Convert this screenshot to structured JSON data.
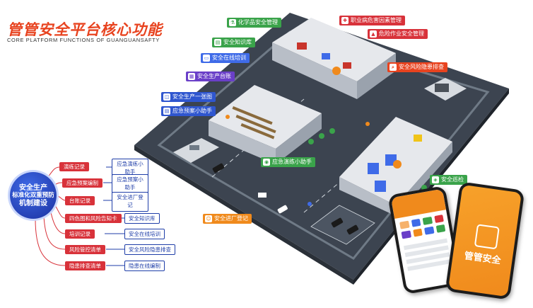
{
  "header": {
    "title": "管管安全平台核心功能",
    "subtitle": "CORE PLATFORM FUNCTIONS OF GUANGUANSAFTY"
  },
  "map_tags": {
    "chemicals": "化学品安全管理",
    "occupational": "职业病危害因素管理",
    "knowledge": "安全知识库",
    "dangerous_work": "危险作业安全管理",
    "training": "安全在线培训",
    "risk_check": "安全风险隐患排查",
    "ledger": "安全生产台账",
    "one_map": "安全生产一张图",
    "emergency_plan": "应急预案小助手",
    "drill": "应急演练小助手",
    "patrol": "安全巡检",
    "visitor": "安全进厂登记"
  },
  "mindmap": {
    "hub_line1": "安全生产",
    "hub_line2": "标准化双重预防",
    "hub_line3": "机制建设",
    "left_nodes": [
      "演练记录",
      "应急预案编制",
      "台账记录",
      "四色图和风险告知卡",
      "培训记录",
      "风险管控清单",
      "隐患排查清单"
    ],
    "right_nodes": [
      "应急演练小助手",
      "应急预案小助手",
      "安全进厂登记",
      "安全知识库",
      "安全在线培训",
      "安全风险隐患排查",
      "隐患在线编制"
    ]
  },
  "phone": {
    "brand": "管管安全"
  },
  "colors": {
    "brand_orange": "#f08a1c",
    "title_red": "#e8431f",
    "node_red": "#d8323a",
    "node_blue": "#1f3ea8"
  }
}
